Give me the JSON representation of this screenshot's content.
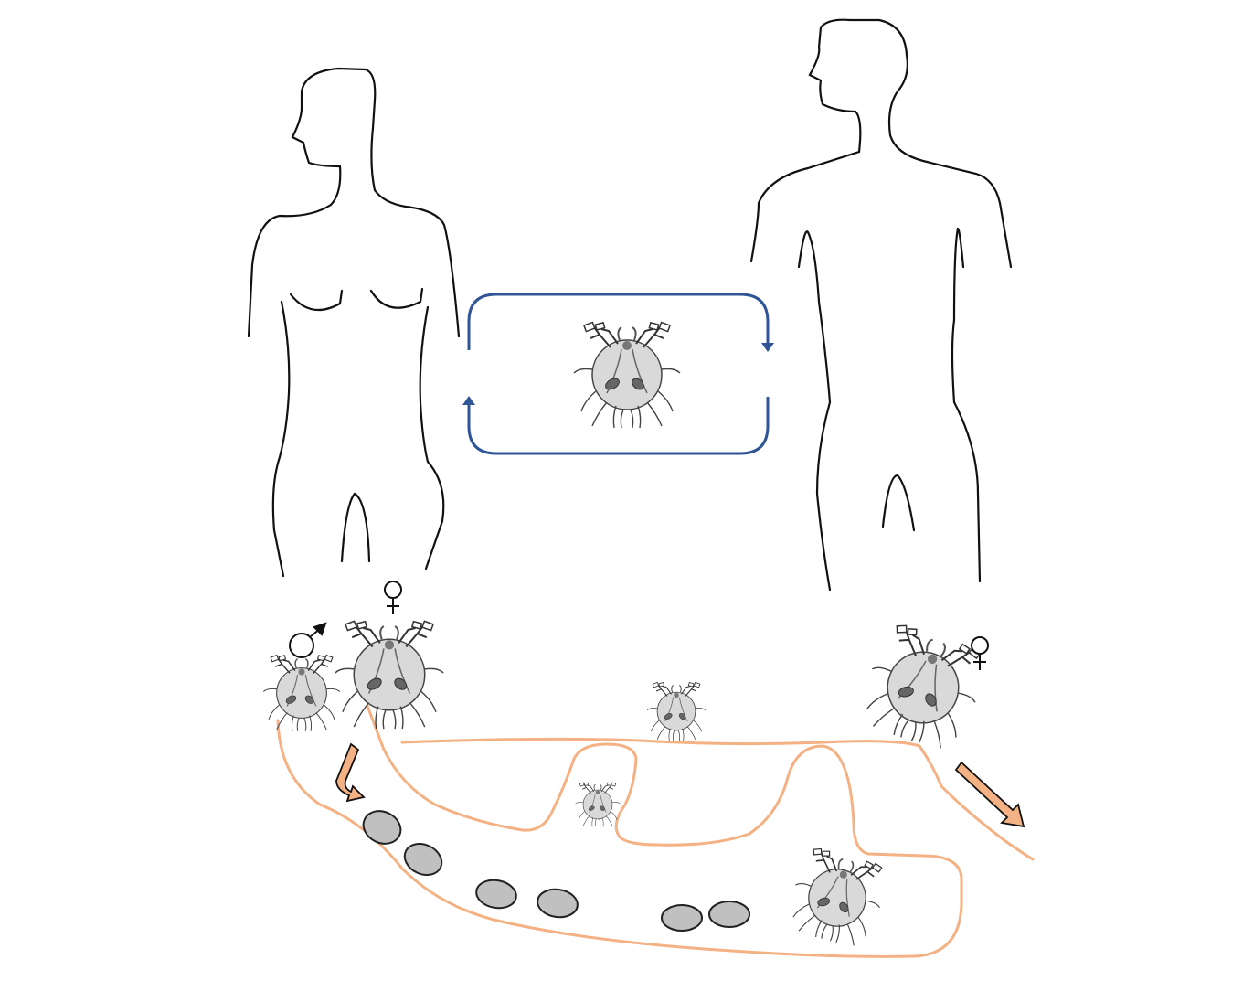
{
  "diagram": {
    "colors": {
      "outline": "#111111",
      "cycle_arrow": "#2f5597",
      "burrow": "#f4b183",
      "burrow_arrow_fill": "#f4b183",
      "mite_body": "#d9d9d9",
      "mite_dark": "#555555",
      "egg": "#c0c0c0"
    },
    "icons": {
      "male_symbol": "male-symbol-icon",
      "female_symbol": "female-symbol-icon",
      "mite": "scabies-mite-icon",
      "egg": "egg-icon",
      "female_figure": "female-human-silhouette",
      "male_figure": "male-human-silhouette"
    },
    "mite_count": 7,
    "egg_count": 6
  }
}
